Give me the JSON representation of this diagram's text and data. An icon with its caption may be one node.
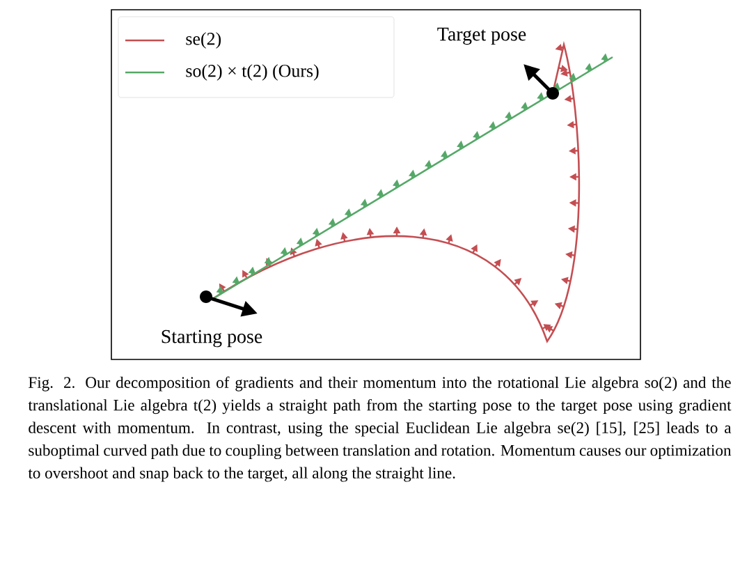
{
  "diagram": {
    "caption": "Fig. 2. Our decomposition of gradients and their momentum into the rotational Lie algebra so(2) and the translational Lie algebra t(2) yields a straight path from the starting pose to the target pose using gradient descent with momentum. In contrast, using the special Euclidean Lie algebra se(2) [15], [25] leads to a suboptimal curved path due to coupling between translation and rotation. Momentum causes our optimization to overshoot and snap back to the target, all along the straight line.",
    "labels": [
      "Target pose",
      "Starting pose"
    ],
    "legend": [
      {
        "text": "se(2)"
      },
      {
        "text": "so(2) × t(2) (Ours)"
      }
    ]
  }
}
